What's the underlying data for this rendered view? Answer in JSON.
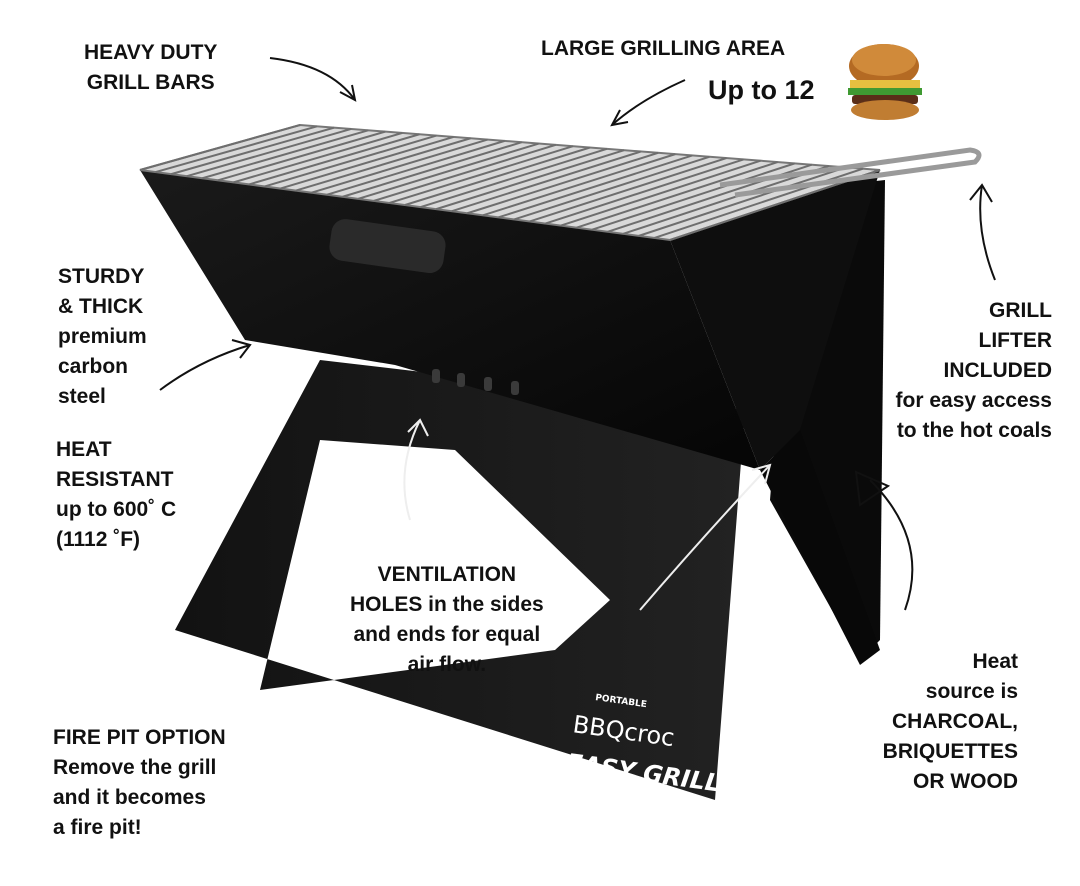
{
  "callouts": {
    "grill_bars": [
      "HEAVY DUTY",
      "GRILL BARS"
    ],
    "grilling_area": {
      "title": "LARGE GRILLING AREA",
      "capacity": "Up to 12"
    },
    "steel": [
      "STURDY",
      "& THICK",
      "premium",
      "carbon",
      "steel"
    ],
    "heat_resistant": [
      "HEAT",
      "RESISTANT",
      "up to 600˚ C",
      "(1112 ˚F)"
    ],
    "lifter": [
      "GRILL",
      "LIFTER",
      "INCLUDED",
      "for easy access",
      "to the hot coals"
    ],
    "ventilation": [
      "VENTILATION",
      "HOLES in the sides",
      "and ends for equal",
      "air flow."
    ],
    "heat_source": [
      "Heat",
      "source is",
      "CHARCOAL,",
      "BRIQUETTES",
      "OR WOOD"
    ],
    "fire_pit": [
      "FIRE PIT OPTION",
      "Remove the grill",
      "and it becomes",
      "a fire pit!"
    ]
  },
  "brand": {
    "portable": "PORTABLE",
    "name": "BBQcroc",
    "product": "EASY GRILL"
  },
  "icons": [
    "burger-icon",
    "arrow-icon"
  ],
  "colors": {
    "grill_body": "#0d0d0d",
    "grate": "#9a9a9a",
    "text": "#111111",
    "background": "#ffffff"
  }
}
